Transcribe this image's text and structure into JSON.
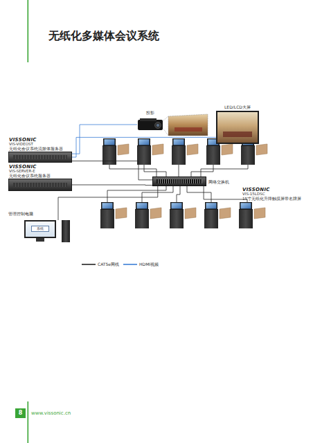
{
  "diagram": {
    "title": "无纸化多媒体会议系统",
    "nodes": [
      {
        "text": [
          "投影"
        ]
      },
      {
        "text": [
          "LED/LCD大屏"
        ]
      },
      {
        "text": [
          "VISSONIC",
          "VIS-VIDEOST",
          "无纸化会议系统流媒体服务器"
        ]
      },
      {
        "text": [
          "VISSONIC",
          "VIS-SERVER-E",
          "无纸化会议系统服务器"
        ]
      },
      {
        "text": [
          "网络交换机"
        ]
      },
      {
        "text": [
          "VISSONIC",
          "VIS-15LDSC",
          "15寸无纸化升降触摸屏带名牌屏"
        ]
      },
      {
        "text": [
          "管理控制电脑",
          "系统"
        ]
      }
    ],
    "edges": [
      {
        "from": 2,
        "to": 0,
        "arrow": "none"
      },
      {
        "from": 2,
        "to": 1,
        "arrow": "none"
      },
      {
        "from": 2,
        "to": 4,
        "arrow": "none"
      },
      {
        "from": 3,
        "to": 4,
        "arrow": "none"
      },
      {
        "from": 6,
        "to": 4,
        "arrow": "none"
      },
      {
        "from": 4,
        "to": 5,
        "arrow": "none"
      }
    ],
    "labels": [
      "8",
      "www.vissonic.cn"
    ],
    "legend": [
      {
        "text": "CAT5e网线"
      },
      {
        "text": "HDMI视频"
      }
    ]
  }
}
